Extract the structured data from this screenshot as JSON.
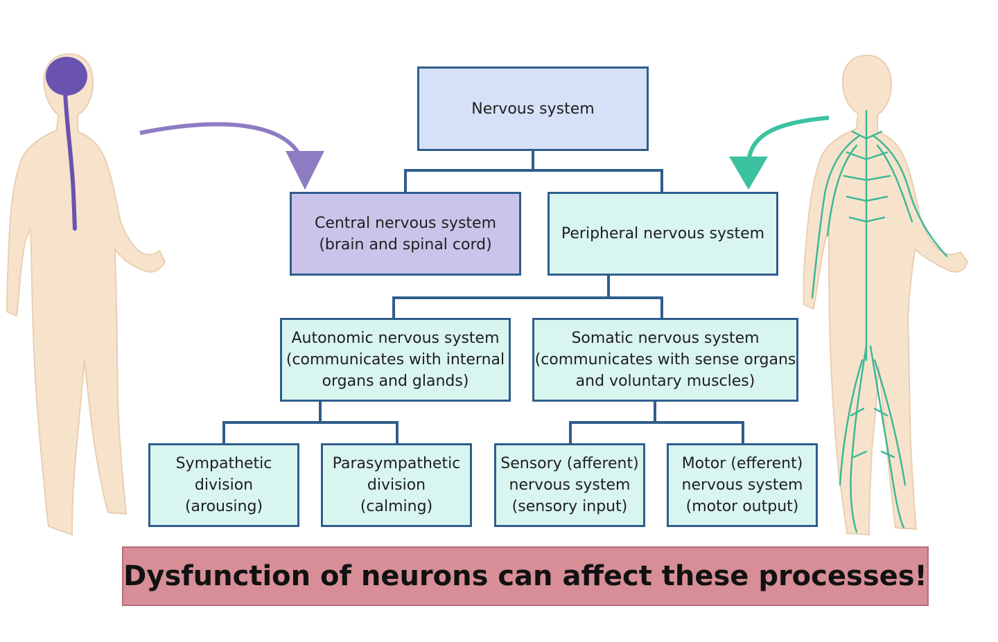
{
  "colors": {
    "connector": "#2f5d8c",
    "cns_box": "#cbc4ea",
    "root_box": "#d6e0f7",
    "pns_boxes": "#d9f5f0",
    "cns_arrow": "#8e7cc3",
    "pns_arrow": "#3cc2a0",
    "banner": "#d78e97",
    "skin": "#f7e3cc"
  },
  "nodes": {
    "root": {
      "lines": [
        "Nervous system"
      ]
    },
    "cns": {
      "lines": [
        "Central nervous system",
        "(brain and spinal cord)"
      ]
    },
    "pns": {
      "lines": [
        "Peripheral nervous system"
      ]
    },
    "autonomic": {
      "lines": [
        "Autonomic nervous system",
        "(communicates with internal",
        "organs and glands)"
      ]
    },
    "somatic": {
      "lines": [
        "Somatic nervous system",
        "(communicates with sense organs",
        "and voluntary muscles)"
      ]
    },
    "sympathetic": {
      "lines": [
        "Sympathetic",
        "division",
        "(arousing)"
      ]
    },
    "parasympathetic": {
      "lines": [
        "Parasympathetic",
        "division",
        "(calming)"
      ]
    },
    "sensory": {
      "lines": [
        "Sensory (afferent)",
        "nervous system",
        "(sensory input)"
      ]
    },
    "motor": {
      "lines": [
        "Motor (efferent)",
        "nervous system",
        "(motor output)"
      ]
    }
  },
  "banner": {
    "text": "Dysfunction of neurons can affect these processes!"
  },
  "figures": {
    "left": "human figure highlighting brain and spinal cord",
    "right": "human figure highlighting peripheral nerves"
  }
}
